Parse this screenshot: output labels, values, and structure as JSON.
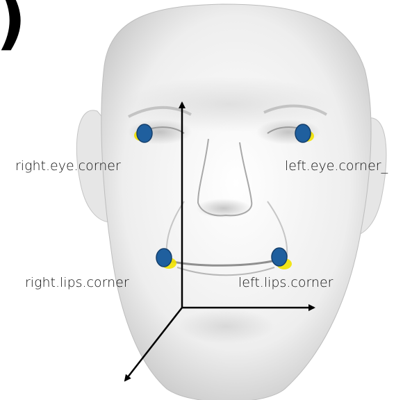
{
  "figure": {
    "panel_marker": ")"
  },
  "landmarks": [
    {
      "id": "right-eye-corner",
      "label": "right.eye.corner"
    },
    {
      "id": "left-eye-corner",
      "label": "left.eye.corner_"
    },
    {
      "id": "right-lips-corner",
      "label": "right.lips.corner"
    },
    {
      "id": "left-lips-corner",
      "label": "left.lips.corner"
    }
  ],
  "colors": {
    "landmark_fill": "#1f5f9e",
    "landmark_stroke": "#153f6b",
    "ground_truth_fill": "#f2e200",
    "axis": "#000000"
  }
}
